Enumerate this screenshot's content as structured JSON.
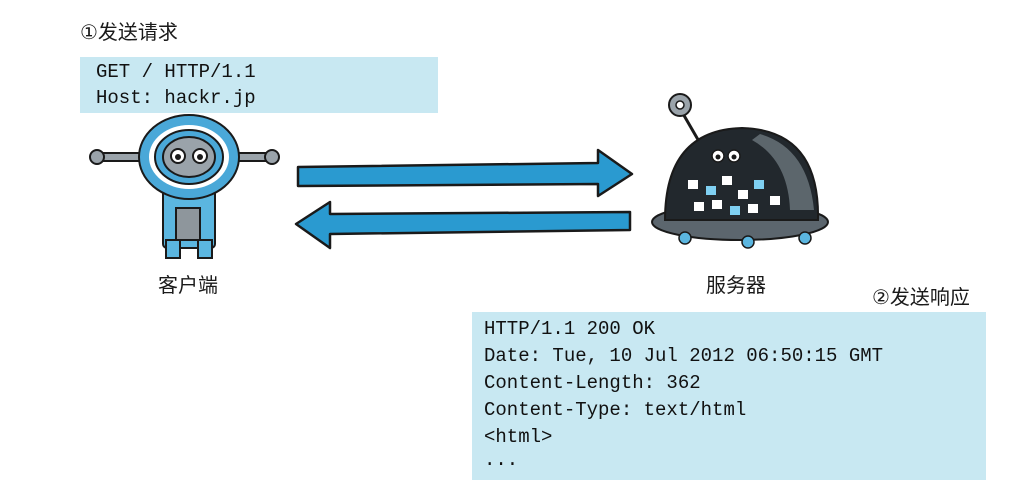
{
  "request": {
    "step_label": "①发送请求",
    "lines": [
      "GET / HTTP/1.1",
      "Host: hackr.jp"
    ]
  },
  "response": {
    "step_label": "②发送响应",
    "lines": [
      "HTTP/1.1 200 OK",
      "Date: Tue, 10 Jul 2012 06:50:15 GMT",
      "Content-Length: 362",
      "Content-Type: text/html",
      "<html>",
      "..."
    ]
  },
  "client": {
    "label": "客户端",
    "icon": "robot-client-icon"
  },
  "server": {
    "label": "服务器",
    "icon": "robot-server-icon"
  },
  "colors": {
    "box_fill": "#c8e8f2",
    "arrow_fill": "#2a9ad0",
    "outline": "#1a1a1a"
  }
}
